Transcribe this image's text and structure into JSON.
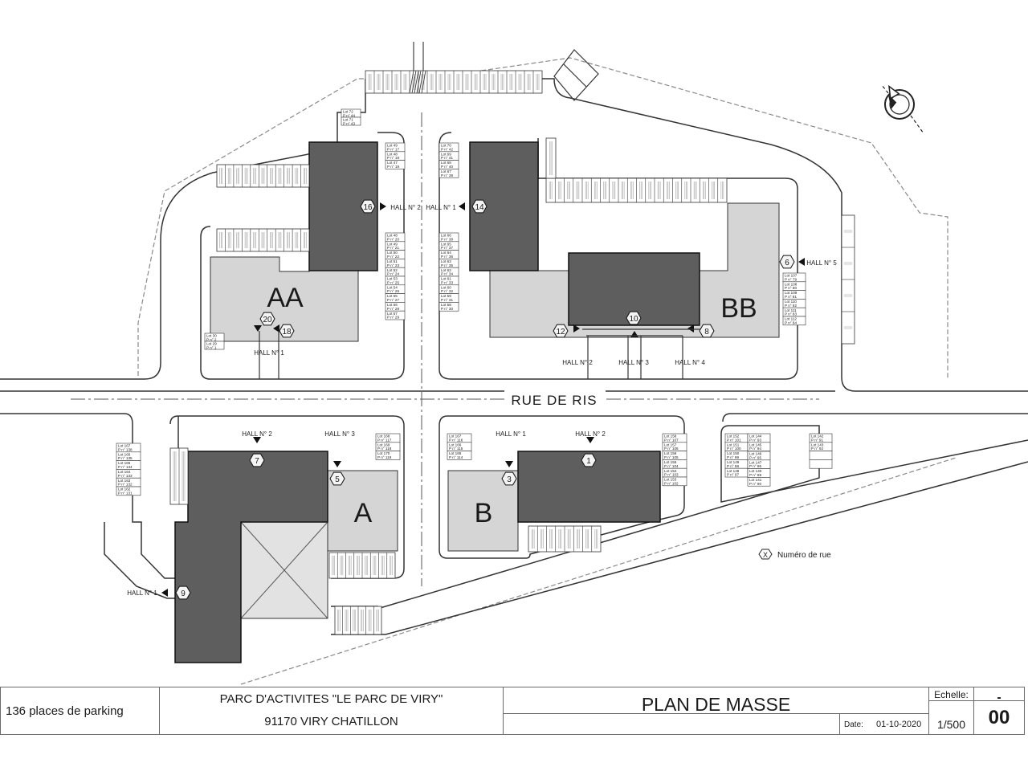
{
  "street": "RUE DE RIS",
  "buildings": [
    {
      "id": "bld-AA",
      "label": "AA"
    },
    {
      "id": "bld-BB",
      "label": "BB"
    },
    {
      "id": "bld-A",
      "label": "A"
    },
    {
      "id": "bld-B",
      "label": "B"
    }
  ],
  "street_numbers": [
    "16",
    "14",
    "20",
    "18",
    "6",
    "10",
    "12",
    "8",
    "7",
    "5",
    "3",
    "1",
    "9"
  ],
  "halls": [
    "HALL N° 2",
    "HALL N° 1",
    "HALL N° 5",
    "HALL N° 1",
    "HALL N° 2",
    "HALL N° 3",
    "HALL N° 4",
    "HALL N° 2",
    "HALL N° 3",
    "HALL N° 1",
    "HALL N° 2",
    "HALL N° 1"
  ],
  "legend": {
    "symbol": "X",
    "label": "Numéro de rue"
  },
  "parking_lots": [
    {
      "lot": "Lot 49",
      "place": "P n° 17"
    },
    {
      "lot": "Lot 48",
      "place": "P n° 18"
    },
    {
      "lot": "Lot 47",
      "place": "P n° 19"
    },
    {
      "lot": "Lot 48",
      "place": "P n° 20"
    },
    {
      "lot": "Lot 49",
      "place": "P n° 21"
    },
    {
      "lot": "Lot 50",
      "place": "P n° 22"
    },
    {
      "lot": "Lot 51",
      "place": "P n° 23"
    },
    {
      "lot": "Lot 52",
      "place": "P n° 24"
    },
    {
      "lot": "Lot 53",
      "place": "P n° 25"
    },
    {
      "lot": "Lot 54",
      "place": "P n° 26"
    },
    {
      "lot": "Lot 55",
      "place": "P n° 27"
    },
    {
      "lot": "Lot 56",
      "place": "P n° 28"
    },
    {
      "lot": "Lot 57",
      "place": "P n° 29"
    },
    {
      "lot": "Lot 70",
      "place": "P n° 42"
    },
    {
      "lot": "Lot 69",
      "place": "P n° 41"
    },
    {
      "lot": "Lot 68",
      "place": "P n° 40"
    },
    {
      "lot": "Lot 67",
      "place": "P n° 39"
    },
    {
      "lot": "Lot 66",
      "place": "P n° 38"
    },
    {
      "lot": "Lot 65",
      "place": "P n° 37"
    },
    {
      "lot": "Lot 64",
      "place": "P n° 36"
    },
    {
      "lot": "Lot 63",
      "place": "P n° 35"
    },
    {
      "lot": "Lot 62",
      "place": "P n° 34"
    },
    {
      "lot": "Lot 61",
      "place": "P n° 33"
    },
    {
      "lot": "Lot 60",
      "place": "P n° 32"
    },
    {
      "lot": "Lot 59",
      "place": "P n° 31"
    },
    {
      "lot": "Lot 58",
      "place": "P n° 30"
    },
    {
      "lot": "Lot 72",
      "place": "P n° 44"
    },
    {
      "lot": "Lot 71",
      "place": "P n° 43"
    },
    {
      "lot": "Lot 30",
      "place": "P n° 2"
    },
    {
      "lot": "Lot 29",
      "place": "P n° 1"
    },
    {
      "lot": "Lot 107",
      "place": "P n° 79"
    },
    {
      "lot": "Lot 108",
      "place": "P n° 80"
    },
    {
      "lot": "Lot 109",
      "place": "P n° 81"
    },
    {
      "lot": "Lot 110",
      "place": "P n° 82"
    },
    {
      "lot": "Lot 111",
      "place": "P n° 83"
    },
    {
      "lot": "Lot 112",
      "place": "P n° 84"
    },
    {
      "lot": "Lot 167",
      "place": "P n° 138"
    },
    {
      "lot": "Lot 166",
      "place": "P n° 135"
    },
    {
      "lot": "Lot 165",
      "place": "P n° 134"
    },
    {
      "lot": "Lot 164",
      "place": "P n° 133"
    },
    {
      "lot": "Lot 163",
      "place": "P n° 132"
    },
    {
      "lot": "Lot 162",
      "place": "P n° 131"
    },
    {
      "lot": "Lot 168",
      "place": "P n° 117"
    },
    {
      "lot": "Lot 169",
      "place": "P n° 118"
    },
    {
      "lot": "Lot 170",
      "place": "P n° 119"
    },
    {
      "lot": "Lot 167",
      "place": "P n° 116"
    },
    {
      "lot": "Lot 166",
      "place": "P n° 115"
    },
    {
      "lot": "Lot 165",
      "place": "P n° 114"
    },
    {
      "lot": "Lot 158",
      "place": "P n° 107"
    },
    {
      "lot": "Lot 157",
      "place": "P n° 106"
    },
    {
      "lot": "Lot 156",
      "place": "P n° 105"
    },
    {
      "lot": "Lot 155",
      "place": "P n° 104"
    },
    {
      "lot": "Lot 154",
      "place": "P n° 103"
    },
    {
      "lot": "Lot 153",
      "place": "P n° 102"
    },
    {
      "lot": "Lot 152",
      "place": "P n° 101"
    },
    {
      "lot": "Lot 151",
      "place": "P n° 100"
    },
    {
      "lot": "Lot 150",
      "place": "P n° 99"
    },
    {
      "lot": "Lot 149",
      "place": "P n° 98"
    },
    {
      "lot": "Lot 148",
      "place": "P n° 97"
    },
    {
      "lot": "Lot 144",
      "place": "P n° 93"
    },
    {
      "lot": "Lot 145",
      "place": "P n° 94"
    },
    {
      "lot": "Lot 146",
      "place": "P n° 95"
    },
    {
      "lot": "Lot 147",
      "place": "P n° 96"
    },
    {
      "lot": "Lot 140",
      "place": "P n° 89"
    },
    {
      "lot": "Lot 141",
      "place": "P n° 90"
    },
    {
      "lot": "Lot 142",
      "place": "P n° 91"
    },
    {
      "lot": "Lot 143",
      "place": "P n° 92"
    }
  ],
  "title_block": {
    "parking": "136 places de parking",
    "project": "PARC D'ACTIVITES \"LE PARC DE VIRY\"",
    "address": "91170 VIRY CHATILLON",
    "title": "PLAN DE MASSE",
    "date_label": "Date:",
    "date": "01-10-2020",
    "scale_label": "Echelle:",
    "scale": "1/500",
    "revision": "-",
    "sheet": "00"
  }
}
